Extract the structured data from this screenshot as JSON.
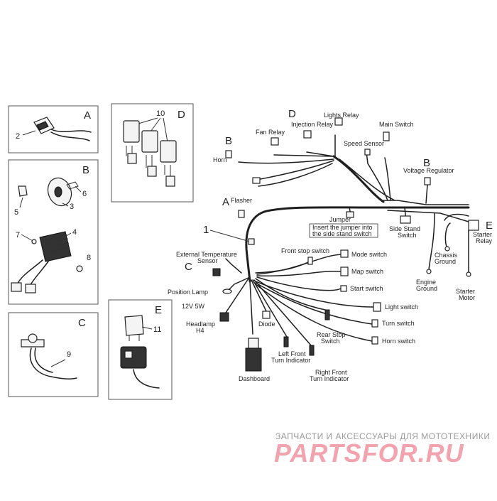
{
  "panels": {
    "a": {
      "letter": "A",
      "number": "2"
    },
    "b": {
      "letter": "B",
      "numbers": [
        "3",
        "4",
        "5",
        "6",
        "7",
        "8"
      ]
    },
    "c": {
      "letter": "C",
      "number": "9"
    },
    "d": {
      "letter": "D",
      "number": "10"
    },
    "e": {
      "letter": "E",
      "number": "11"
    }
  },
  "labels": {
    "lights_relay": "Lights Relay",
    "injection_relay": "Injection Relay",
    "fan_relay": "Fan Relay",
    "main_switch": "Main Switch",
    "speed_sensor": "Speed Sensor",
    "horn": "Horn",
    "voltage_regulator": "Voltage Regulator",
    "flasher": "Flasher",
    "jumper": "Jumper",
    "jumper_note_1": "Insert the jumper into",
    "jumper_note_2": "the side stand switch",
    "side_stand_switch_1": "Side Stand",
    "side_stand_switch_2": "Switch",
    "starter_relay_1": "Starter",
    "starter_relay_2": "Relay",
    "chassis_ground_1": "Chassis",
    "chassis_ground_2": "Ground",
    "engine_ground_1": "Engine",
    "engine_ground_2": "Ground",
    "starter_motor_1": "Starter",
    "starter_motor_2": "Motor",
    "ext_temp_sensor_1": "External Temperature",
    "ext_temp_sensor_2": "Sensor",
    "front_stop_switch": "Front stop switch",
    "mode_switch": "Mode switch",
    "map_switch": "Map switch",
    "start_switch": "Start switch",
    "position_lamp": "Position Lamp",
    "position_lamp_rating": "12V 5W",
    "headlamp_1": "Headlamp",
    "headlamp_2": "H4",
    "diode": "Diode",
    "dashboard": "Dashboard",
    "left_front_turn_1": "Left Front",
    "left_front_turn_2": "Turn Indicator",
    "right_front_turn_1": "Right Front",
    "right_front_turn_2": "Turn Indicator",
    "rear_stop_switch_1": "Rear Stop",
    "rear_stop_switch_2": "Switch",
    "light_switch": "Light switch",
    "turn_switch": "Turn switch",
    "horn_switch": "Horn switch"
  },
  "callouts": {
    "harness_number": "1",
    "letter_a": "A",
    "letter_b_horn": "B",
    "letter_b_regulator": "B",
    "letter_c": "C",
    "letter_d": "D",
    "letter_e": "E"
  },
  "watermark": {
    "tagline": "ЗАПЧАСТИ И АКСЕССУАРЫ ДЛЯ МОТОТЕХНИКИ",
    "brand": "PARTSFOR.RU"
  }
}
